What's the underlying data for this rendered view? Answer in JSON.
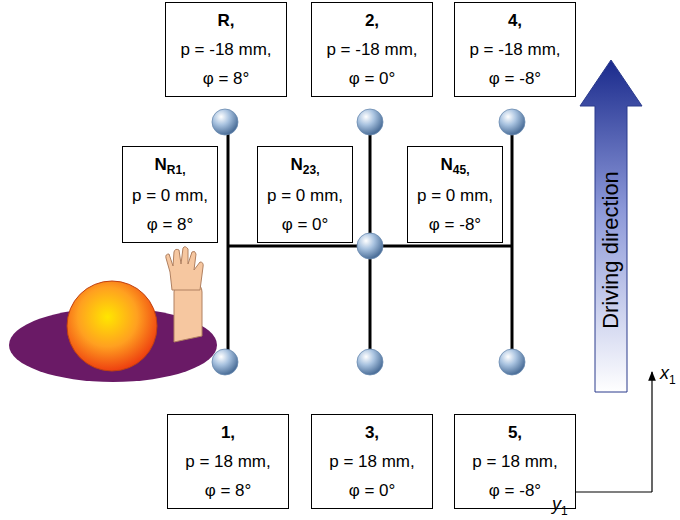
{
  "diagram": {
    "nodes": [
      {
        "text": [
          "R,",
          "p = -18 mm,",
          "φ = 8°"
        ]
      },
      {
        "text": [
          "2,",
          "p = -18 mm,",
          "φ = 0°"
        ]
      },
      {
        "text": [
          "4,",
          "p = -18 mm,",
          "φ = -8°"
        ]
      },
      {
        "text": [
          "N",
          "R1,",
          "p = 0 mm,",
          "φ = 8°"
        ]
      },
      {
        "text": [
          "N",
          "23,",
          "p = 0 mm,",
          "φ = 0°"
        ]
      },
      {
        "text": [
          "N",
          "45,",
          "p = 0 mm,",
          "φ = -8°"
        ]
      },
      {
        "text": [
          "1,",
          "p = 18 mm,",
          "φ = 8°"
        ]
      },
      {
        "text": [
          "3,",
          "p = 18 mm,",
          "φ = 0°"
        ]
      },
      {
        "text": [
          "5,",
          "p = 18 mm,",
          "φ = -8°"
        ]
      }
    ],
    "labels": [
      "Driving direction",
      "x",
      "1",
      "y",
      "1"
    ]
  }
}
